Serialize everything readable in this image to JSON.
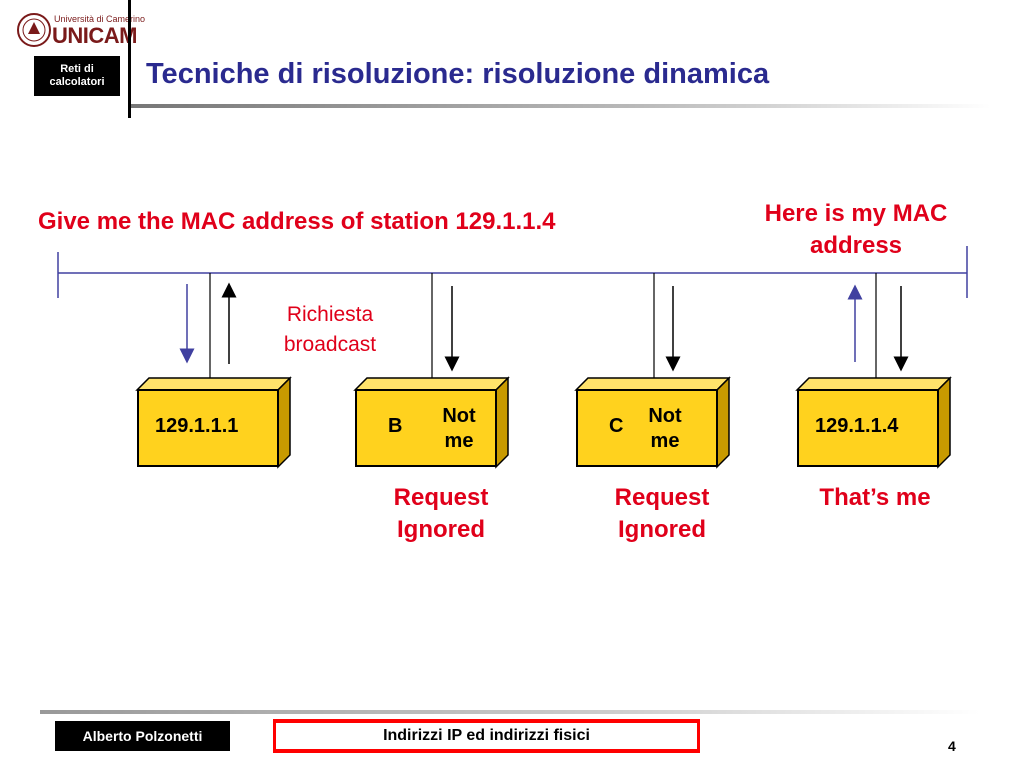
{
  "header": {
    "logo_small": "Università di Camerino",
    "logo_big": "UNICAM",
    "course": "Reti di\ncalcolatori",
    "title": "Tecniche di risoluzione: risoluzione dinamica"
  },
  "diagram": {
    "question": "Give me the MAC address of station 129.1.1.4",
    "answer": "Here is my MAC address",
    "broadcast": "Richiesta broadcast",
    "stations": [
      {
        "id": "a",
        "label": "129.1.1.1",
        "note": "",
        "below": ""
      },
      {
        "id": "b",
        "label": "B",
        "note": "Not me",
        "below": "Request Ignored"
      },
      {
        "id": "c",
        "label": "C",
        "note": "Not me",
        "below": "Request Ignored"
      },
      {
        "id": "d",
        "label": "129.1.1.4",
        "note": "",
        "below": "That’s me"
      }
    ],
    "colors": {
      "box_fill": "#ffd21e",
      "accent_red": "#e0001a",
      "bus_line": "#4040a0",
      "title_blue": "#2a2a8f"
    }
  },
  "footer": {
    "author": "Alberto Polzonetti",
    "subject": "Indirizzi IP ed indirizzi fisici",
    "page": "4"
  }
}
